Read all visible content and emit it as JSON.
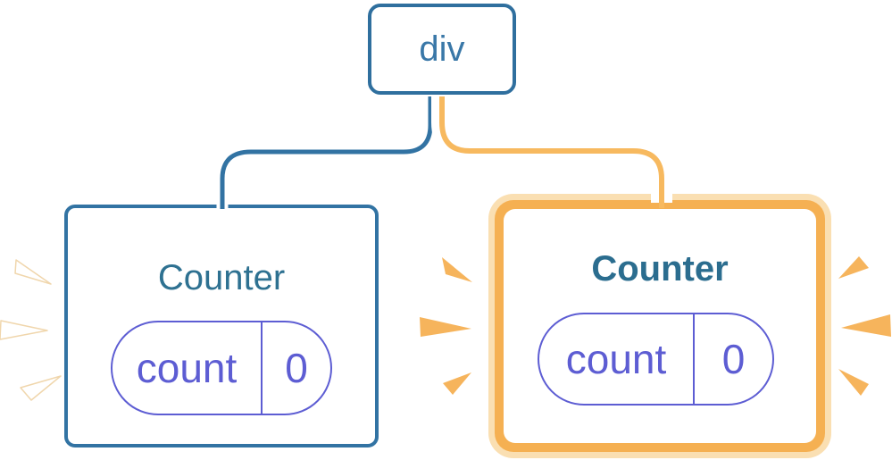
{
  "diagram": {
    "description": "React render tree: div root with two Counter children; right Counter highlighted as re-rendered/added",
    "root": {
      "label": "div"
    },
    "children": [
      {
        "title": "Counter",
        "state_name": "count",
        "state_value": "0",
        "highlighted": false
      },
      {
        "title": "Counter",
        "state_name": "count",
        "state_value": "0",
        "highlighted": true
      }
    ]
  },
  "colors": {
    "node_blue_border": "#2F6F9E",
    "node_blue_text": "#3A78A8",
    "edge_blue": "#3273A3",
    "title_teal": "#2E7191",
    "pill_purple": "#5D5DD3",
    "highlight_orange": "#F5B052",
    "highlight_orange_light": "#FADFB2",
    "edge_orange": "#F7B95F",
    "spark_orange": "#F6B45C",
    "spark_white": "#FFFFFF"
  }
}
